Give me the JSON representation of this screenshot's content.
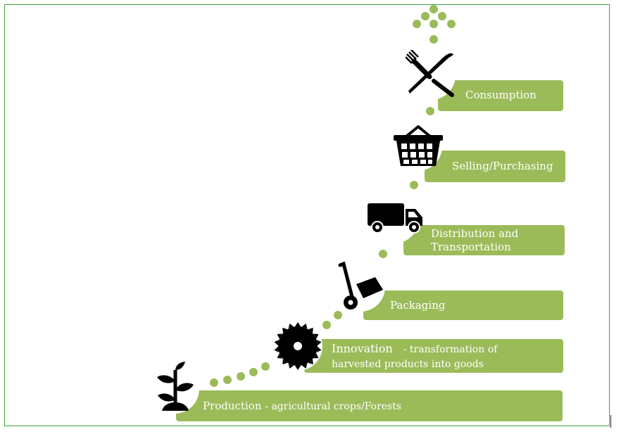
{
  "stages": [
    {
      "id": "production",
      "icon": "plant-icon",
      "title": "Production",
      "desc": "- agricultural crops/Forests"
    },
    {
      "id": "innovation",
      "icon": "saw-blade-icon",
      "title": "Innovation",
      "desc": "- transformation of",
      "desc2": "harvested products into goods"
    },
    {
      "id": "packaging",
      "icon": "hand-truck-icon",
      "title": "Packaging"
    },
    {
      "id": "distribution",
      "icon": "truck-icon",
      "title": "Distribution and",
      "title2": "Transportation"
    },
    {
      "id": "selling",
      "icon": "shopping-basket-icon",
      "title": "Selling/Purchasing"
    },
    {
      "id": "consumption",
      "icon": "fork-knife-icon",
      "title": "Consumption"
    }
  ],
  "colors": {
    "bar": "#9bbb59",
    "dot": "#9bbb59",
    "icon": "#000000",
    "frame": "#3aa63a"
  }
}
